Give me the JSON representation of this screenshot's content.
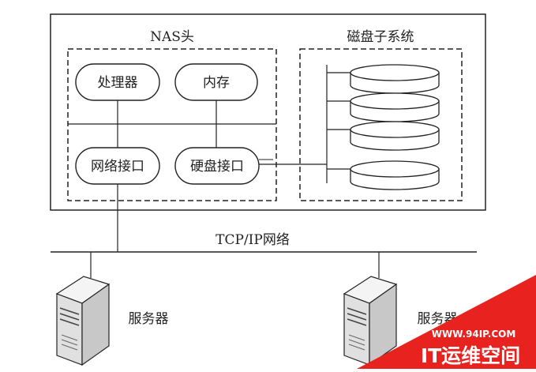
{
  "diagram": {
    "nas_head": {
      "title": "NAS头",
      "processor": "处理器",
      "memory": "内存",
      "network_interface": "网络接口",
      "disk_interface": "硬盘接口"
    },
    "disk_subsystem": {
      "title": "磁盘子系统",
      "disk_count": 4
    },
    "network": {
      "label": "TCP/IP网络"
    },
    "servers": [
      {
        "label": "服务器"
      },
      {
        "label": "服务器"
      }
    ]
  },
  "watermark": {
    "url": "WWW.94IP.COM",
    "name": "IT运维空间",
    "color": "#e8231f"
  }
}
